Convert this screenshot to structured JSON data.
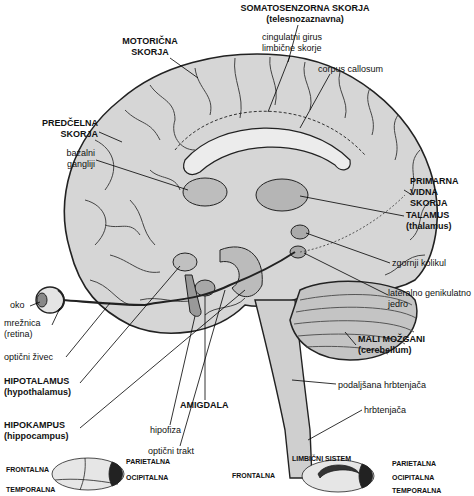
{
  "diagram": {
    "labels": [
      "SOMATOSENZORNA SKORJA (telesnozaznavna)",
      "MOTORIČNA SKORJA",
      "cingulatni girus limbične skorje",
      "corpus callosum",
      "PREDČELNA SKORJA",
      "bazalni gangliji",
      "PRIMARNA VIDNA SKORJA",
      "TALAMUS (thalamus)",
      "zgornji kolikul",
      "oko",
      "mrežnica (retina)",
      "lateralno genikulatno jedro",
      "optični živec",
      "MALI MOŽGANI (cerebellum)",
      "HIPOTALAMUS (hypothalamus)",
      "podaljšana hrbtenjača",
      "AMIGDALA",
      "hrbtenjača",
      "HIPOKAMPUS (hippocampus)",
      "hipofiza",
      "optični trakt",
      "PARIETALNA",
      "FRONTALNA",
      "OCIPITALNA",
      "TEMPORALNA",
      "LIMBIČNI SISTEM",
      "PARIETALNA",
      "FRONTALNA",
      "OCIPITALNA",
      "TEMPORALNA"
    ]
  }
}
